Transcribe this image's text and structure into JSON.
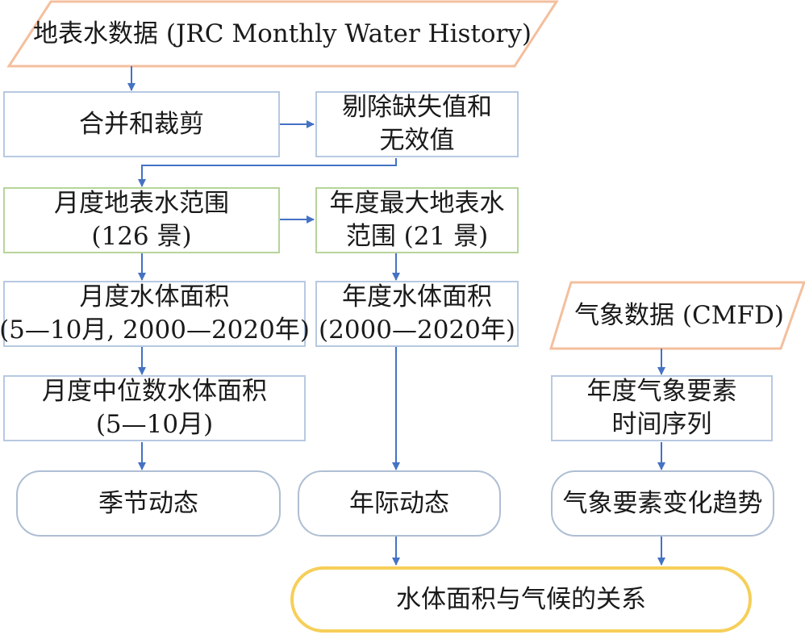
{
  "nodes": {
    "source_surface_water": {
      "lines": [
        "地表水数据 (JRC Monthly Water History)"
      ]
    },
    "merge_clip": {
      "lines": [
        "合并和裁剪"
      ]
    },
    "remove_invalid": {
      "lines": [
        "剔除缺失值和",
        "无效值"
      ]
    },
    "monthly_extent": {
      "lines": [
        "月度地表水范围",
        "(126 景)"
      ]
    },
    "annual_max_extent": {
      "lines": [
        "年度最大地表水",
        "范围 (21 景)"
      ]
    },
    "monthly_area": {
      "lines": [
        "月度水体面积",
        "(5—10月, 2000—2020年)"
      ]
    },
    "annual_area": {
      "lines": [
        "年度水体面积",
        "(2000—2020年)"
      ]
    },
    "monthly_median_area": {
      "lines": [
        "月度中位数水体面积",
        "(5—10月)"
      ]
    },
    "seasonal_dynamics": {
      "lines": [
        "季节动态"
      ]
    },
    "interannual_dynamics": {
      "lines": [
        "年际动态"
      ]
    },
    "source_meteo": {
      "lines": [
        "气象数据 (CMFD)"
      ]
    },
    "meteo_timeseries": {
      "lines": [
        "年度气象要素",
        "时间序列"
      ]
    },
    "meteo_trend": {
      "lines": [
        "气象要素变化趋势"
      ]
    },
    "relationship": {
      "lines": [
        "水体面积与气候的关系"
      ]
    }
  },
  "colors": {
    "arrow": "#4472c4",
    "parallelogram_border": "#f4bf9e",
    "box_blue_border": "#b7c9e2",
    "box_green_border": "#b6d49b",
    "pill_border": "#aebed3",
    "final_border": "#f6cf59"
  }
}
